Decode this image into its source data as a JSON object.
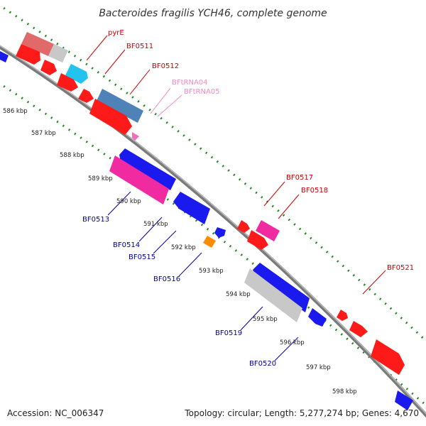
{
  "title": "Bacteroides fragilis YCH46, complete genome",
  "accession": "Accession: NC_006347",
  "topology": "Topology: circular; Length: 5,277,274 bp; Genes: 4,670",
  "colors": {
    "backbone": "#888888",
    "tick": "#1f8a1f",
    "top_label": "#cc0000",
    "trna_label": "#f08ac0",
    "bottom_label": "#000099"
  },
  "kbp_labels": [
    {
      "text": "586 kbp"
    },
    {
      "text": "587 kbp"
    },
    {
      "text": "588 kbp"
    },
    {
      "text": "589 kbp"
    },
    {
      "text": "590 kbp"
    },
    {
      "text": "591 kbp"
    },
    {
      "text": "592 kbp"
    },
    {
      "text": "593 kbp"
    },
    {
      "text": "594 kbp"
    },
    {
      "text": "595 kbp"
    },
    {
      "text": "596 kbp"
    },
    {
      "text": "597 kbp"
    },
    {
      "text": "598 kbp"
    }
  ],
  "gene_labels": [
    {
      "text": "pyrE",
      "group": "top"
    },
    {
      "text": "BF0511",
      "group": "top"
    },
    {
      "text": "BF0512",
      "group": "top"
    },
    {
      "text": "BFtRNA04",
      "group": "trna"
    },
    {
      "text": "BFtRNA05",
      "group": "trna"
    },
    {
      "text": "BF0517",
      "group": "top"
    },
    {
      "text": "BF0518",
      "group": "top"
    },
    {
      "text": "BF0521",
      "group": "top"
    },
    {
      "text": "BF0513",
      "group": "bottom"
    },
    {
      "text": "BF0514",
      "group": "bottom"
    },
    {
      "text": "BF0515",
      "group": "bottom"
    },
    {
      "text": "BF0516",
      "group": "bottom"
    },
    {
      "text": "BF0519",
      "group": "bottom"
    },
    {
      "text": "BF0520",
      "group": "bottom"
    }
  ],
  "features": [
    {
      "name": "feat-1",
      "color": "#e06a6a"
    },
    {
      "name": "feat-2",
      "color": "#c8c8c8"
    },
    {
      "name": "feat-3",
      "color": "#ff1a1a"
    },
    {
      "name": "feat-4",
      "color": "#ff1a1a"
    },
    {
      "name": "feat-5",
      "color": "#22c4ee"
    },
    {
      "name": "feat-6",
      "color": "#ff1a1a"
    },
    {
      "name": "feat-7",
      "color": "#ff1a1a"
    },
    {
      "name": "feat-8",
      "color": "#4f83b8"
    },
    {
      "name": "feat-9",
      "color": "#ff1a1a"
    },
    {
      "name": "feat-10",
      "color": "#f070c0"
    },
    {
      "name": "feat-11",
      "color": "#1a1aee"
    },
    {
      "name": "feat-12",
      "color": "#f02aa0"
    },
    {
      "name": "feat-13",
      "color": "#1a1aee"
    },
    {
      "name": "feat-14",
      "color": "#1a1aee"
    },
    {
      "name": "feat-15",
      "color": "#ff8c00"
    },
    {
      "name": "feat-16",
      "color": "#ff1a1a"
    },
    {
      "name": "feat-17",
      "color": "#f02aa0"
    },
    {
      "name": "feat-18",
      "color": "#ff1a1a"
    },
    {
      "name": "feat-19",
      "color": "#1a1aee"
    },
    {
      "name": "feat-20",
      "color": "#c8c8c8"
    },
    {
      "name": "feat-21",
      "color": "#1a1aee"
    },
    {
      "name": "feat-22",
      "color": "#ff1a1a"
    },
    {
      "name": "feat-23",
      "color": "#ff1a1a"
    },
    {
      "name": "feat-24",
      "color": "#ff1a1a"
    },
    {
      "name": "feat-25",
      "color": "#1a1aee"
    },
    {
      "name": "feat-26",
      "color": "#1a1aee"
    }
  ]
}
